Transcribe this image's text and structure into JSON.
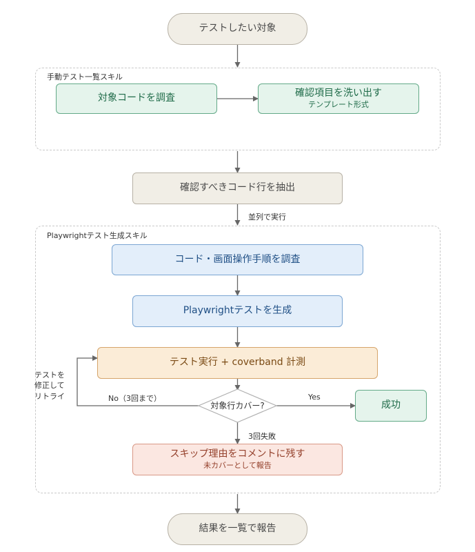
{
  "nodes": {
    "start": "テストしたい対象",
    "investigate_code": "対象コードを調査",
    "extract_items": "確認項目を洗い出す",
    "extract_items_sub": "テンプレート形式",
    "extract_lines": "確認すべきコード行を抽出",
    "investigate_ui": "コード・画面操作手順を調査",
    "generate_test": "Playwrightテストを生成",
    "run_test": "テスト実行 + coverband 計測",
    "decision": "対象行カバー?",
    "success": "成功",
    "skip": "スキップ理由をコメントに残す",
    "skip_sub": "未カバーとして報告",
    "end": "結果を一覧で報告"
  },
  "groups": {
    "manual": "手動テスト一覧スキル",
    "playwright": "Playwrightテスト生成スキル"
  },
  "edges": {
    "parallel": "並列で実行",
    "no_label": "No（3回まで）",
    "yes_label": "Yes",
    "fail_label": "3回失敗",
    "retry_line1": "テストを",
    "retry_line2": "修正して",
    "retry_line3": "リトライ"
  },
  "colors": {
    "beige": "#f1eee6",
    "green": "#e5f4ec",
    "blue": "#e3eefa",
    "orange": "#fbecd7",
    "red": "#fbe7e1",
    "arrow": "#666666"
  }
}
